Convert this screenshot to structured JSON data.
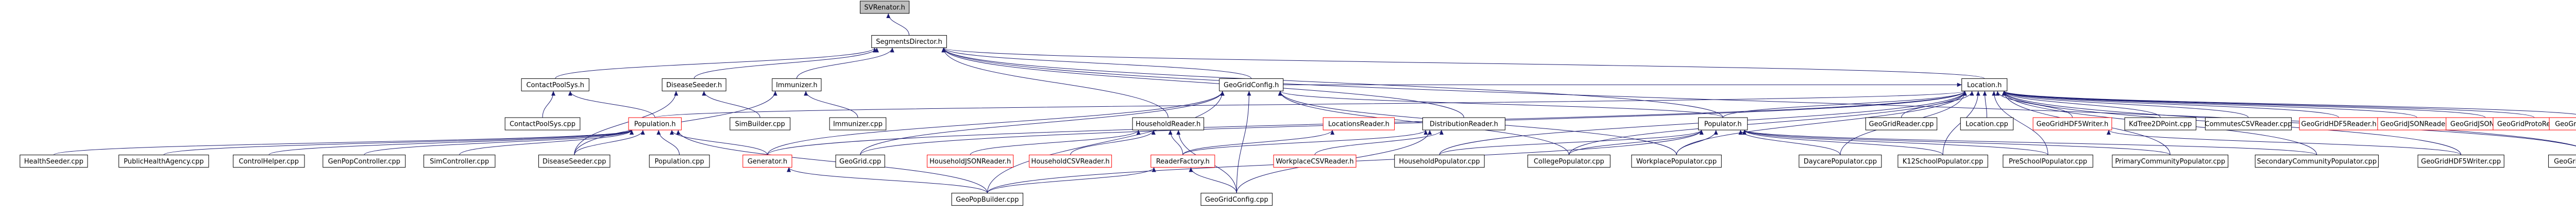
{
  "diagram": {
    "colors": {
      "edge": "#191970",
      "node_fill": "#ffffff",
      "node_border": "#000000",
      "focus_fill": "#bfbfbf",
      "red_border": "#ff0000",
      "text": "#000000"
    },
    "nodes": [
      {
        "id": "svrenator_h",
        "label": "SVRenator.h",
        "style": "focus"
      },
      {
        "id": "segmentsdirector_h",
        "label": "SegmentsDirector.h",
        "style": "normal"
      },
      {
        "id": "contactpoolsys_h",
        "label": "ContactPoolSys.h",
        "style": "normal"
      },
      {
        "id": "diseaseseeder_h",
        "label": "DiseaseSeeder.h",
        "style": "normal"
      },
      {
        "id": "immunizer_h",
        "label": "Immunizer.h",
        "style": "normal"
      },
      {
        "id": "geogridconfig_h",
        "label": "GeoGridConfig.h",
        "style": "normal"
      },
      {
        "id": "location_h",
        "label": "Location.h",
        "style": "normal"
      },
      {
        "id": "contactpoolsys_cpp",
        "label": "ContactPoolSys.cpp",
        "style": "normal"
      },
      {
        "id": "population_h",
        "label": "Population.h",
        "style": "red"
      },
      {
        "id": "simbuilder_cpp",
        "label": "SimBuilder.cpp",
        "style": "normal"
      },
      {
        "id": "immunizer_cpp",
        "label": "Immunizer.cpp",
        "style": "normal"
      },
      {
        "id": "householdreader_h",
        "label": "HouseholdReader.h",
        "style": "normal"
      },
      {
        "id": "locationsreader_h",
        "label": "LocationsReader.h",
        "style": "red"
      },
      {
        "id": "distributionreader_h",
        "label": "DistributionReader.h",
        "style": "normal"
      },
      {
        "id": "populator_h",
        "label": "Populator.h",
        "style": "normal"
      },
      {
        "id": "geogridreader_cpp",
        "label": "GeoGridReader.cpp",
        "style": "normal"
      },
      {
        "id": "location_cpp",
        "label": "Location.cpp",
        "style": "normal"
      },
      {
        "id": "geogridhdf5writer_h",
        "label": "GeoGridHDF5Writer.h",
        "style": "red"
      },
      {
        "id": "kdtree2dpoint_cpp",
        "label": "KdTree2DPoint.cpp",
        "style": "normal"
      },
      {
        "id": "commutescsvreader_cpp",
        "label": "CommutesCSVReader.cpp",
        "style": "normal"
      },
      {
        "id": "geogridhdf5reader_h",
        "label": "GeoGridHDF5Reader.h",
        "style": "red"
      },
      {
        "id": "geogridjsonreader_h",
        "label": "GeoGridJSONReader.h",
        "style": "red"
      },
      {
        "id": "geogridjsonwriter_h",
        "label": "GeoGridJSONWriter.h",
        "style": "red"
      },
      {
        "id": "geogridprotoreader_h",
        "label": "GeoGridProtoReader.h",
        "style": "red"
      },
      {
        "id": "geogridprotowriter_h",
        "label": "GeoGridProtoWriter.h",
        "style": "red"
      },
      {
        "id": "healthseeder_cpp",
        "label": "HealthSeeder.cpp",
        "style": "normal"
      },
      {
        "id": "publichealthagency_cpp",
        "label": "PublicHealthAgency.cpp",
        "style": "normal"
      },
      {
        "id": "controlhelper_cpp",
        "label": "ControlHelper.cpp",
        "style": "normal"
      },
      {
        "id": "genpopcontroller_cpp",
        "label": "GenPopController.cpp",
        "style": "normal"
      },
      {
        "id": "simcontroller_cpp",
        "label": "SimController.cpp",
        "style": "normal"
      },
      {
        "id": "diseaseseeder_cpp",
        "label": "DiseaseSeeder.cpp",
        "style": "normal"
      },
      {
        "id": "population_cpp",
        "label": "Population.cpp",
        "style": "normal"
      },
      {
        "id": "generator_h",
        "label": "Generator.h",
        "style": "red"
      },
      {
        "id": "geogrid_cpp",
        "label": "GeoGrid.cpp",
        "style": "normal"
      },
      {
        "id": "householdjsonreader_h",
        "label": "HouseholdJSONReader.h",
        "style": "red"
      },
      {
        "id": "householdcsvreader_h",
        "label": "HouseholdCSVReader.h",
        "style": "red"
      },
      {
        "id": "readerfactory_h",
        "label": "ReaderFactory.h",
        "style": "red"
      },
      {
        "id": "workplacecsvreader_h",
        "label": "WorkplaceCSVReader.h",
        "style": "red"
      },
      {
        "id": "householdpopulator_cpp",
        "label": "HouseholdPopulator.cpp",
        "style": "normal"
      },
      {
        "id": "collegepopulator_cpp",
        "label": "CollegePopulator.cpp",
        "style": "normal"
      },
      {
        "id": "workplacepopulator_cpp",
        "label": "WorkplacePopulator.cpp",
        "style": "normal"
      },
      {
        "id": "daycarepopulator_cpp",
        "label": "DaycarePopulator.cpp",
        "style": "normal"
      },
      {
        "id": "k12schoolpopulator_cpp",
        "label": "K12SchoolPopulator.cpp",
        "style": "normal"
      },
      {
        "id": "preschoolpopulator_cpp",
        "label": "PreSchoolPopulator.cpp",
        "style": "normal"
      },
      {
        "id": "primarycommunitypopulator_cpp",
        "label": "PrimaryCommunityPopulator.cpp",
        "style": "normal"
      },
      {
        "id": "secondarycommunitypopulator_cpp",
        "label": "SecondaryCommunityPopulator.cpp",
        "style": "normal"
      },
      {
        "id": "geogridhdf5writer_cpp",
        "label": "GeoGridHDF5Writer.cpp",
        "style": "normal"
      },
      {
        "id": "geogridprotowriter_cpp",
        "label": "GeoGridProtoWriter.cpp",
        "style": "normal"
      },
      {
        "id": "geopopbuilder_cpp",
        "label": "GeoPopBuilder.cpp",
        "style": "normal"
      },
      {
        "id": "geogridconfig_cpp",
        "label": "GeoGridConfig.cpp",
        "style": "normal"
      }
    ],
    "edges": [
      [
        "segmentsdirector_h",
        "svrenator_h"
      ],
      [
        "contactpoolsys_h",
        "segmentsdirector_h"
      ],
      [
        "diseaseseeder_h",
        "segmentsdirector_h"
      ],
      [
        "immunizer_h",
        "segmentsdirector_h"
      ],
      [
        "geogridconfig_h",
        "segmentsdirector_h"
      ],
      [
        "location_h",
        "segmentsdirector_h"
      ],
      [
        "householdreader_h",
        "segmentsdirector_h"
      ],
      [
        "distributionreader_h",
        "segmentsdirector_h"
      ],
      [
        "populator_h",
        "segmentsdirector_h"
      ],
      [
        "geogridprotowriter_cpp",
        "segmentsdirector_h"
      ],
      [
        "contactpoolsys_cpp",
        "contactpoolsys_h"
      ],
      [
        "population_h",
        "contactpoolsys_h"
      ],
      [
        "simbuilder_cpp",
        "diseaseseeder_h"
      ],
      [
        "diseaseseeder_cpp",
        "diseaseseeder_h"
      ],
      [
        "immunizer_cpp",
        "immunizer_h"
      ],
      [
        "diseaseseeder_cpp",
        "immunizer_h"
      ],
      [
        "healthseeder_cpp",
        "population_h"
      ],
      [
        "publichealthagency_cpp",
        "population_h"
      ],
      [
        "controlhelper_cpp",
        "population_h"
      ],
      [
        "genpopcontroller_cpp",
        "population_h"
      ],
      [
        "simcontroller_cpp",
        "population_h"
      ],
      [
        "diseaseseeder_cpp",
        "population_h"
      ],
      [
        "population_cpp",
        "population_h"
      ],
      [
        "generator_h",
        "population_h"
      ],
      [
        "geopopbuilder_cpp",
        "population_h"
      ],
      [
        "generator_h",
        "geogridconfig_h"
      ],
      [
        "geogrid_cpp",
        "geogridconfig_h"
      ],
      [
        "geopopbuilder_cpp",
        "geogridconfig_h"
      ],
      [
        "geogridconfig_cpp",
        "geogridconfig_h"
      ],
      [
        "populator_h",
        "geogridconfig_h"
      ],
      [
        "collegepopulator_cpp",
        "geogridconfig_h"
      ],
      [
        "workplacepopulator_cpp",
        "geogridconfig_h"
      ],
      [
        "householdjsonreader_h",
        "householdreader_h"
      ],
      [
        "householdcsvreader_h",
        "householdreader_h"
      ],
      [
        "readerfactory_h",
        "householdreader_h"
      ],
      [
        "geogridconfig_cpp",
        "householdreader_h"
      ],
      [
        "readerfactory_h",
        "locationsreader_h"
      ],
      [
        "workplacecsvreader_h",
        "distributionreader_h"
      ],
      [
        "readerfactory_h",
        "distributionreader_h"
      ],
      [
        "geogridconfig_cpp",
        "distributionreader_h"
      ],
      [
        "geopopbuilder_cpp",
        "readerfactory_h"
      ],
      [
        "geogridconfig_cpp",
        "readerfactory_h"
      ],
      [
        "geopopbuilder_cpp",
        "generator_h"
      ],
      [
        "householdpopulator_cpp",
        "populator_h"
      ],
      [
        "collegepopulator_cpp",
        "populator_h"
      ],
      [
        "workplacepopulator_cpp",
        "populator_h"
      ],
      [
        "daycarepopulator_cpp",
        "populator_h"
      ],
      [
        "k12schoolpopulator_cpp",
        "populator_h"
      ],
      [
        "preschoolpopulator_cpp",
        "populator_h"
      ],
      [
        "primarycommunitypopulator_cpp",
        "populator_h"
      ],
      [
        "secondarycommunitypopulator_cpp",
        "populator_h"
      ],
      [
        "geopopbuilder_cpp",
        "populator_h"
      ],
      [
        "population_h",
        "location_h"
      ],
      [
        "geogridconfig_h",
        "location_h"
      ],
      [
        "generator_h",
        "location_h"
      ],
      [
        "populator_h",
        "location_h"
      ],
      [
        "geogridreader_cpp",
        "location_h"
      ],
      [
        "location_cpp",
        "location_h"
      ],
      [
        "geogridhdf5writer_h",
        "location_h"
      ],
      [
        "kdtree2dpoint_cpp",
        "location_h"
      ],
      [
        "commutescsvreader_cpp",
        "location_h"
      ],
      [
        "geogridhdf5reader_h",
        "location_h"
      ],
      [
        "geogridjsonreader_h",
        "location_h"
      ],
      [
        "geogridjsonwriter_h",
        "location_h"
      ],
      [
        "geogridprotoreader_h",
        "location_h"
      ],
      [
        "geogridprotowriter_h",
        "location_h"
      ],
      [
        "geogrid_cpp",
        "location_h"
      ],
      [
        "householdpopulator_cpp",
        "location_h"
      ],
      [
        "collegepopulator_cpp",
        "location_h"
      ],
      [
        "workplacepopulator_cpp",
        "location_h"
      ],
      [
        "daycarepopulator_cpp",
        "location_h"
      ],
      [
        "k12schoolpopulator_cpp",
        "location_h"
      ],
      [
        "preschoolpopulator_cpp",
        "location_h"
      ],
      [
        "primarycommunitypopulator_cpp",
        "location_h"
      ],
      [
        "secondarycommunitypopulator_cpp",
        "location_h"
      ],
      [
        "geogridhdf5writer_cpp",
        "location_h"
      ],
      [
        "geogridprotowriter_cpp",
        "location_h"
      ],
      [
        "geogridhdf5writer_cpp",
        "geogridhdf5writer_h"
      ],
      [
        "geogridprotowriter_cpp",
        "geogridprotowriter_h"
      ]
    ]
  }
}
